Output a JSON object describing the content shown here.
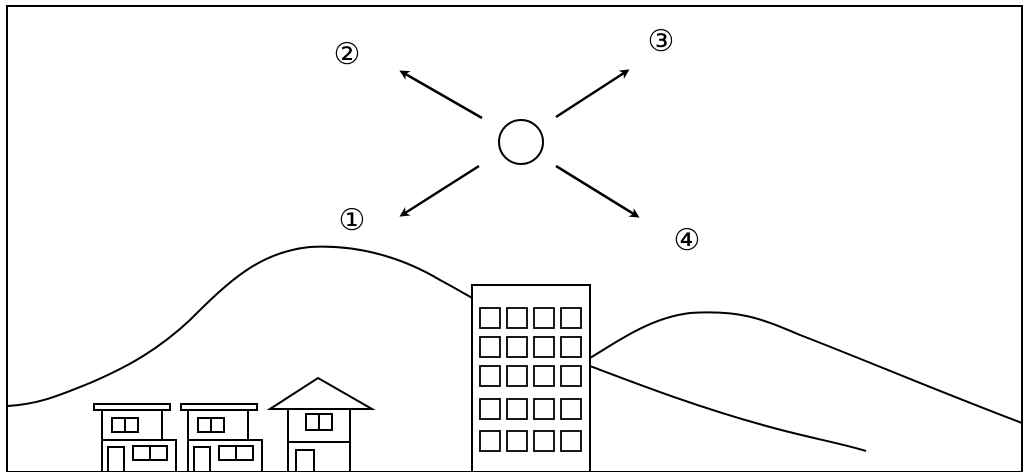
{
  "labels": {
    "arrow_1": "①",
    "arrow_2": "②",
    "arrow_3": "③",
    "arrow_4": "④"
  },
  "colors": {
    "line": "#000000",
    "background": "#ffffff"
  }
}
